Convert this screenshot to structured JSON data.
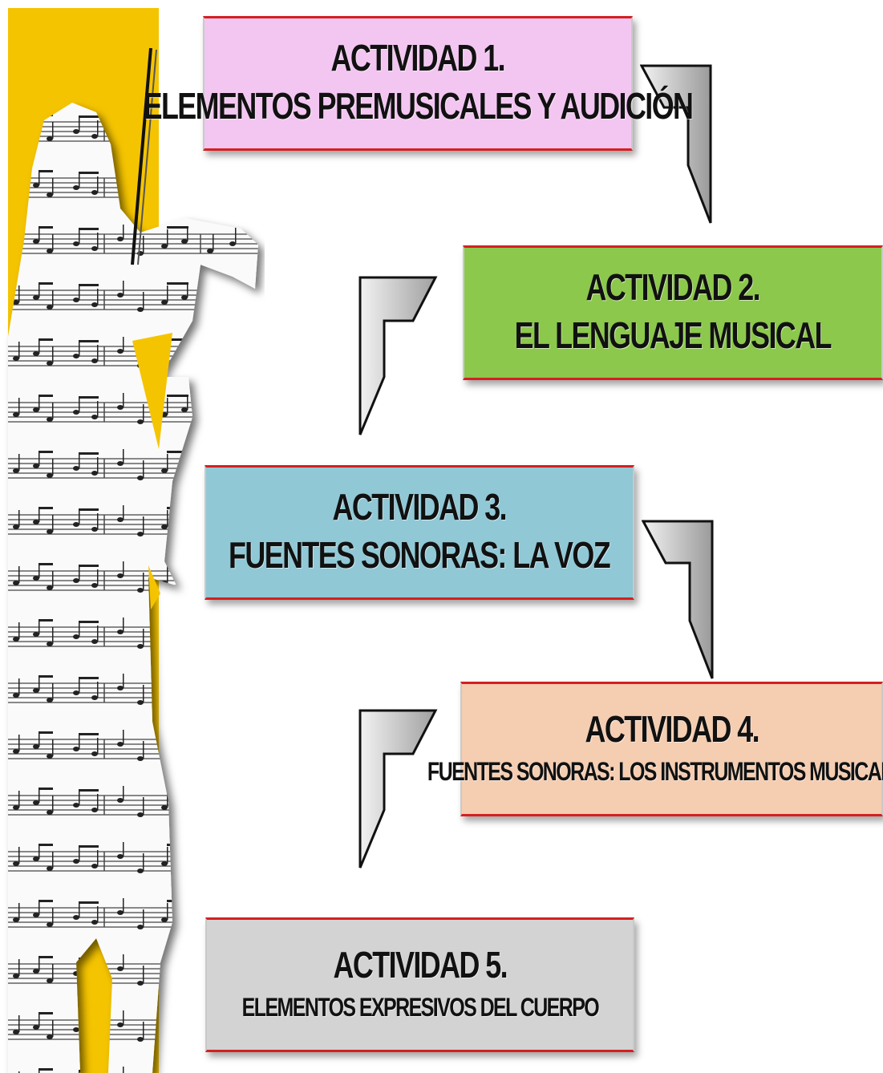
{
  "activities": [
    {
      "title": "ACTIVIDAD 1.",
      "subtitle": "ELEMENTOS PREMUSICALES Y AUDICIÓN",
      "color": "#f3c6f1"
    },
    {
      "title": "ACTIVIDAD 2.",
      "subtitle": "EL LENGUAJE MUSICAL",
      "color": "#8cc84b"
    },
    {
      "title": "ACTIVIDAD 3.",
      "subtitle": "FUENTES SONORAS: LA VOZ",
      "color": "#90c8d6"
    },
    {
      "title": "ACTIVIDAD 4.",
      "subtitle": "FUENTES SONORAS: LOS INSTRUMENTOS MUSICALES",
      "color": "#f5cdb1"
    },
    {
      "title": "ACTIVIDAD 5.",
      "subtitle": "ELEMENTOS EXPRESIVOS DEL CUERPO",
      "color": "#d3d3d3"
    }
  ],
  "accent_border": "#d42020",
  "decoration": "violinist-sheet-music-illustration"
}
